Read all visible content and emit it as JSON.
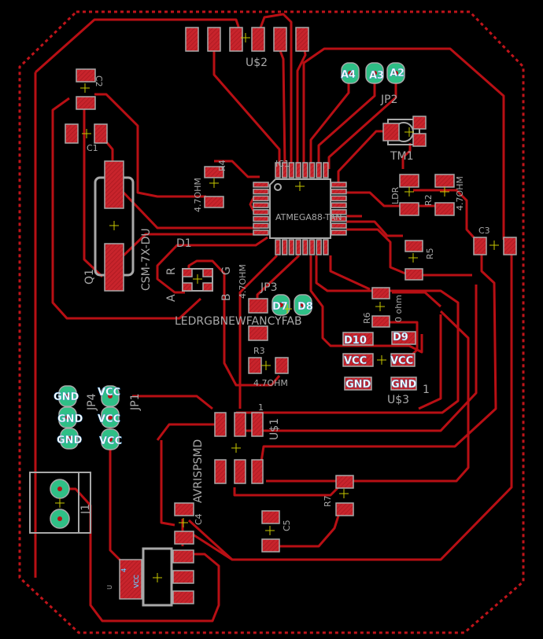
{
  "colors": {
    "background": "#000000",
    "copper": "#b80f14",
    "pad": "#c8242c",
    "silkscreen": "#a8a8a8",
    "via": "#2fbf86",
    "board_outline": "#c0141a",
    "origin_cross": "#c8c800"
  },
  "components": {
    "u2": {
      "name": "U$2"
    },
    "jp2": {
      "name": "JP2",
      "pins": [
        "A4",
        "A3",
        "A2"
      ]
    },
    "tm1": {
      "name": "TM1"
    },
    "c2": {
      "name": "C2"
    },
    "c1": {
      "name": "C1"
    },
    "q1": {
      "name": "Q1",
      "value": "CSM-7X-DU"
    },
    "r4": {
      "name": "R4",
      "value": "4.7OHM"
    },
    "ic1": {
      "name": "IC1",
      "value": "ATMEGA88-TAN"
    },
    "ldr": {
      "name": "LDR"
    },
    "r2": {
      "name": "R2",
      "value": "4.7OHM"
    },
    "r5": {
      "name": "R5"
    },
    "c3": {
      "name": "C3"
    },
    "d1": {
      "name": "D1",
      "value": "LEDRGBNEWFANCYFAB",
      "pins": [
        "R",
        "A",
        "G",
        "B"
      ]
    },
    "jp3": {
      "name": "JP3",
      "pins": [
        "D7",
        "D8"
      ]
    },
    "r3": {
      "name": "R3",
      "value": "4.7OHM"
    },
    "r1": {
      "value": "4.7OHM"
    },
    "r6": {
      "name": "R6",
      "value": "0 ohm"
    },
    "u3": {
      "name": "U$3",
      "pin1": "1",
      "pins": [
        "D10",
        "D9",
        "VCC",
        "VCC",
        "GND",
        "GND"
      ]
    },
    "jp4": {
      "name": "JP4",
      "pins": [
        "GND",
        "GND",
        "GND"
      ]
    },
    "jp1": {
      "name": "JP1",
      "pins": [
        "VCC",
        "VCC",
        "VCC"
      ]
    },
    "j1": {
      "name": "J1"
    },
    "u1": {
      "name": "U$1",
      "value": "AVRISPSMD",
      "pin1": "1"
    },
    "c4": {
      "name": "C4"
    },
    "c5": {
      "name": "C5"
    },
    "r7": {
      "name": "R7"
    },
    "reg": {
      "pin_label": "VCC",
      "pin_number": "4",
      "name": "U"
    }
  }
}
